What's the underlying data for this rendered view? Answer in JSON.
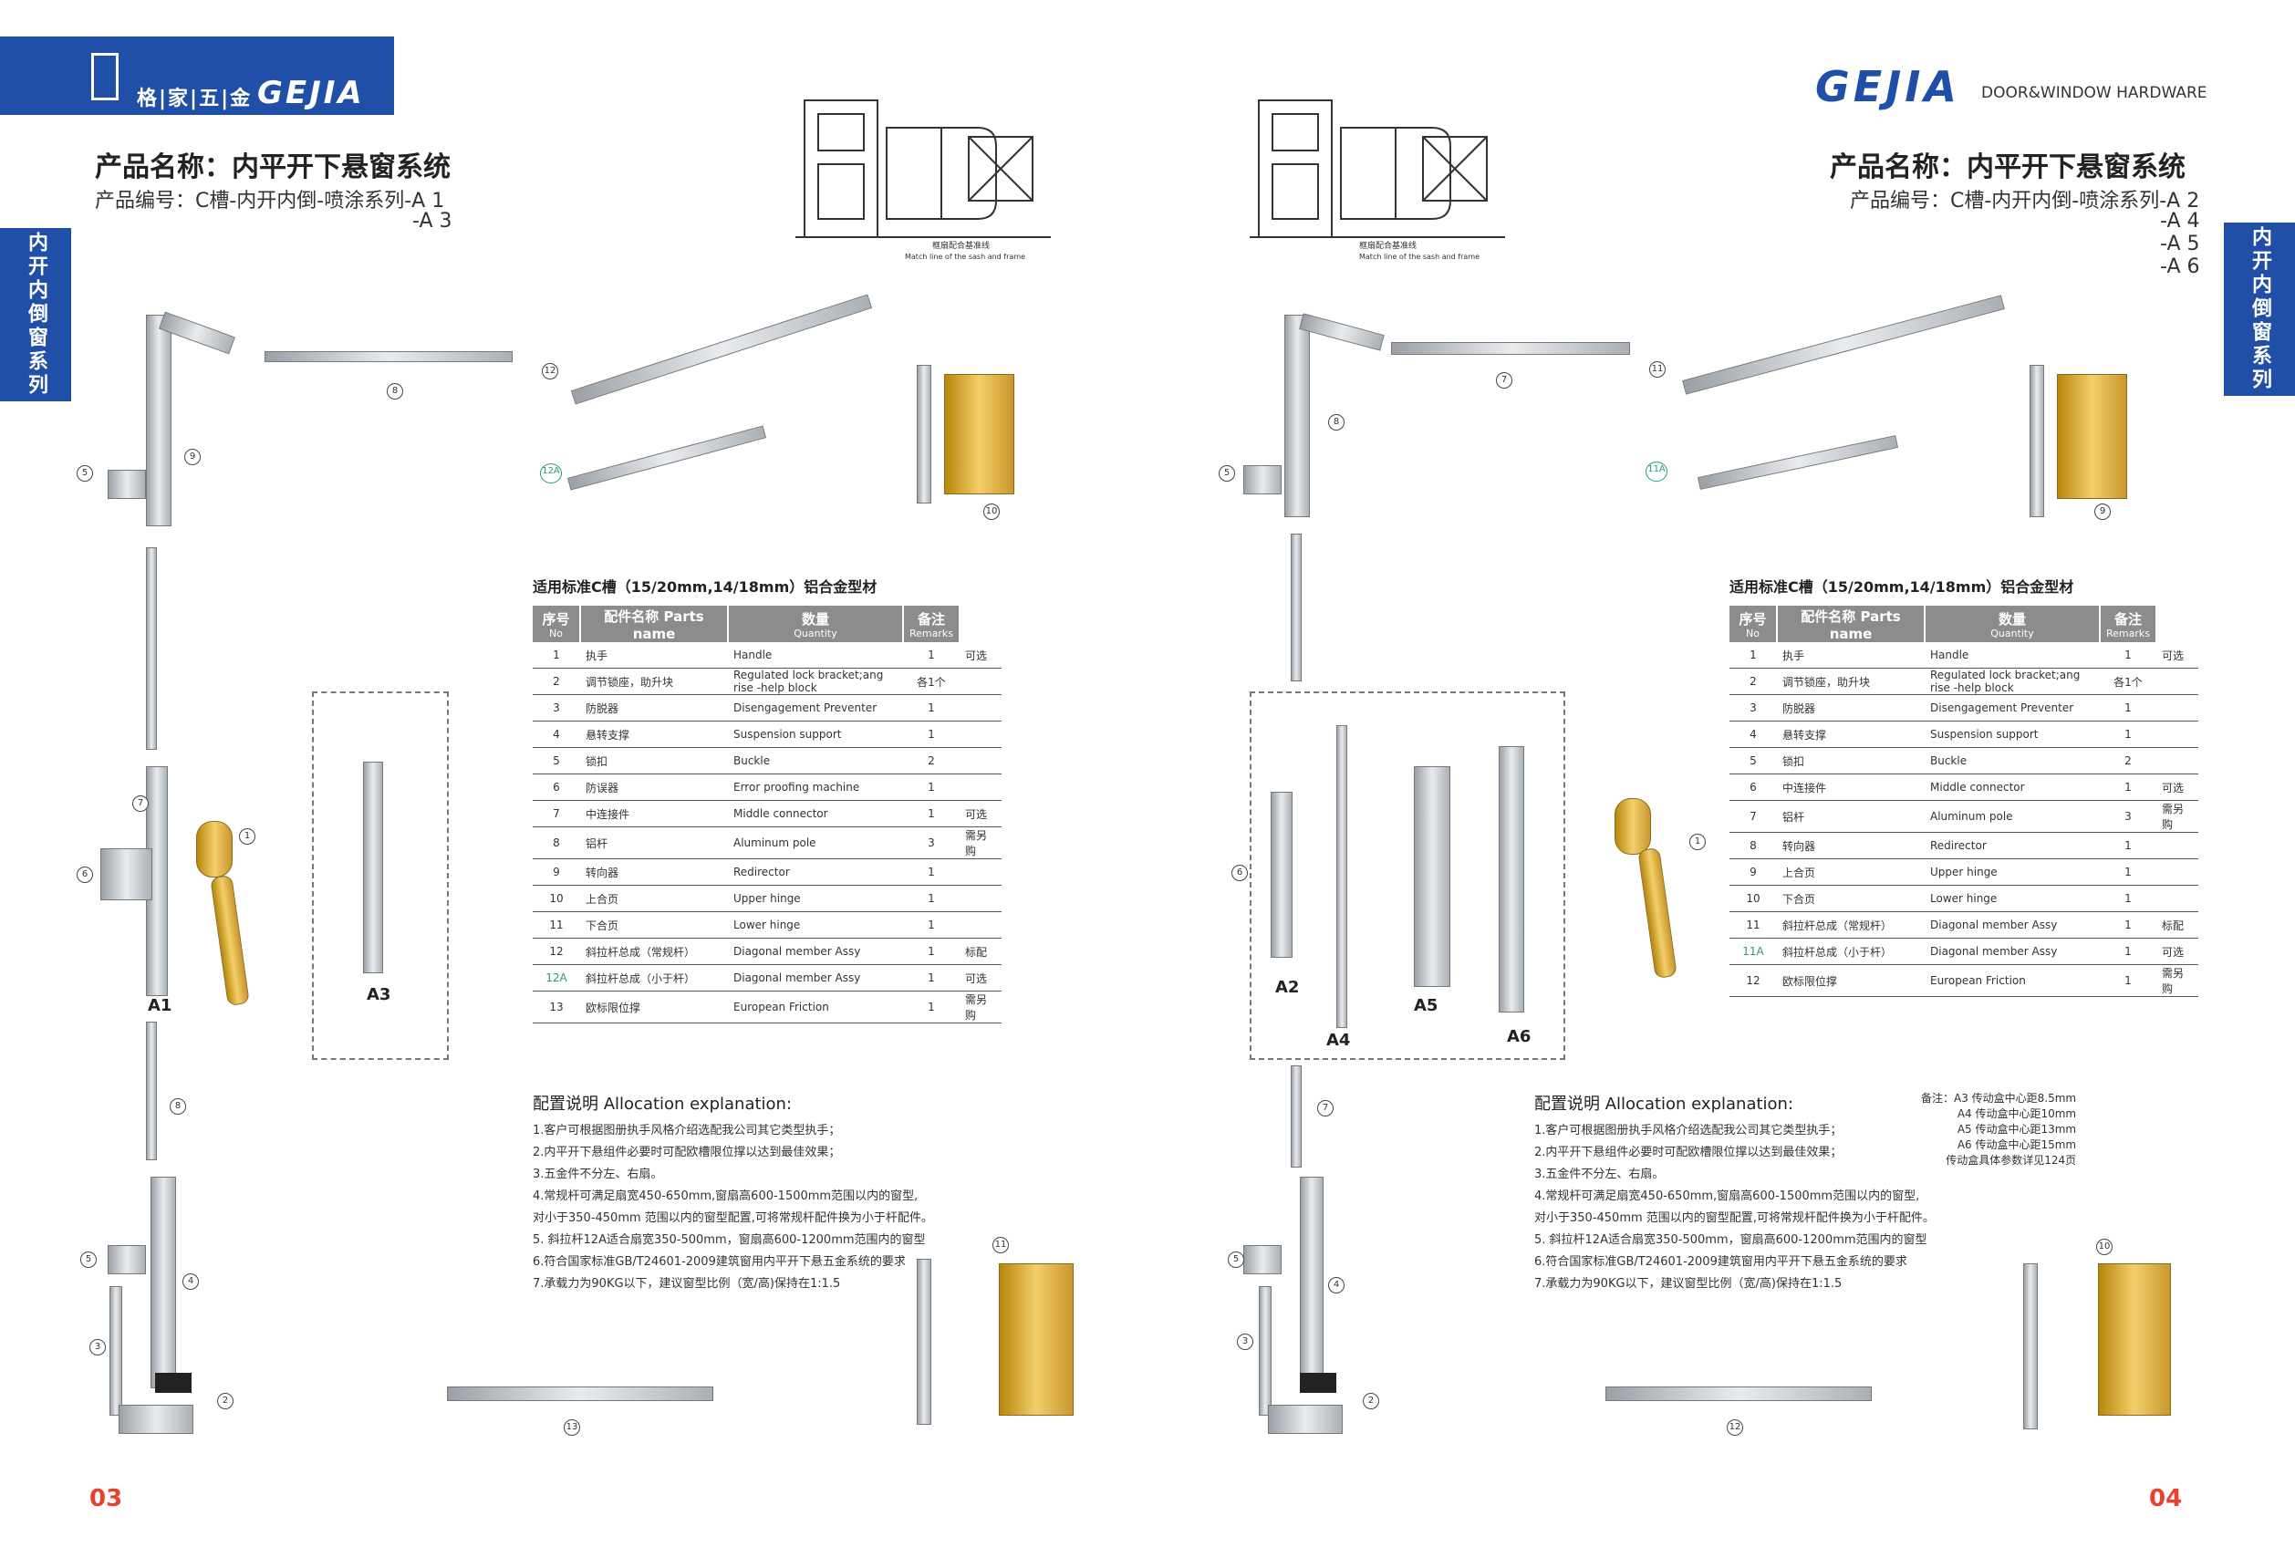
{
  "left": {
    "logo": {
      "cn": "格|家|五|金",
      "en": "GEJIA"
    },
    "product_title": "产品名称：内平开下悬窗系统",
    "product_code_line1": "产品编号：C槽-内开内倒-喷涂系列-A 1",
    "product_code_line2": "-A 3",
    "side_tab": "内开内倒窗系列",
    "drawing_caption_cn": "框扇配合基准线",
    "drawing_caption_en": "Match line of the sash and frame",
    "labels": {
      "a1": "A1",
      "a3": "A3"
    },
    "callouts": [
      "5",
      "9",
      "8",
      "7",
      "6",
      "1",
      "8",
      "5",
      "4",
      "3",
      "2",
      "12",
      "12A",
      "10",
      "11",
      "13"
    ],
    "table_title": "适用标准C槽（15/20mm,14/18mm）铝合金型材",
    "table_headers": {
      "no": "序号",
      "no_en": "No",
      "name": "配件名称  Parts name",
      "qty": "数量",
      "qty_en": "Quantity",
      "remarks": "备注",
      "remarks_en": "Remarks"
    },
    "rows": [
      {
        "no": "1",
        "cn": "执手",
        "en": "Handle",
        "qty": "1",
        "remarks": "可选"
      },
      {
        "no": "2",
        "cn": "调节锁座，助升块",
        "en": "Regulated lock bracket;ang rise -help block",
        "qty": "各1个",
        "remarks": ""
      },
      {
        "no": "3",
        "cn": "防脱器",
        "en": "Disengagement Preventer",
        "qty": "1",
        "remarks": ""
      },
      {
        "no": "4",
        "cn": "悬转支撑",
        "en": "Suspension support",
        "qty": "1",
        "remarks": ""
      },
      {
        "no": "5",
        "cn": "锁扣",
        "en": "Buckle",
        "qty": "2",
        "remarks": ""
      },
      {
        "no": "6",
        "cn": "防误器",
        "en": "Error proofing machine",
        "qty": "1",
        "remarks": ""
      },
      {
        "no": "7",
        "cn": "中连接件",
        "en": "Middle connector",
        "qty": "1",
        "remarks": "可选"
      },
      {
        "no": "8",
        "cn": "铝杆",
        "en": "Aluminum pole",
        "qty": "3",
        "remarks": "需另购"
      },
      {
        "no": "9",
        "cn": "转向器",
        "en": "Redirector",
        "qty": "1",
        "remarks": ""
      },
      {
        "no": "10",
        "cn": "上合页",
        "en": "Upper hinge",
        "qty": "1",
        "remarks": ""
      },
      {
        "no": "11",
        "cn": "下合页",
        "en": "Lower hinge",
        "qty": "1",
        "remarks": ""
      },
      {
        "no": "12",
        "cn": "斜拉杆总成（常规杆）",
        "en": "Diagonal member Assy",
        "qty": "1",
        "remarks": "标配"
      },
      {
        "no": "12A",
        "cn": "斜拉杆总成（小于杆）",
        "en": "Diagonal member Assy",
        "qty": "1",
        "remarks": "可选"
      },
      {
        "no": "13",
        "cn": "欧标限位撑",
        "en": "European Friction",
        "qty": "1",
        "remarks": "需另购"
      }
    ],
    "explanation_title": "配置说明 Allocation explanation:",
    "explanation": [
      "1.客户可根据图册执手风格介绍选配我公司其它类型执手；",
      "2.内平开下悬组件必要时可配欧槽限位撑以达到最佳效果；",
      "3.五金件不分左、右扇。",
      "4.常规杆可满足扇宽450-650mm,窗扇高600-1500mm范围以内的窗型,",
      "   对小于350-450mm    范围以内的窗型配置,可将常规杆配件换为小于杆配件。",
      "5. 斜拉杆12A适合扇宽350-500mm，窗扇高600-1200mm范围内的窗型",
      "6.符合国家标准GB/T24601-2009建筑窗用内平开下悬五金系统的要求",
      "7.承载力为90KG以下，建议窗型比例（宽/高)保持在1:1.5"
    ],
    "page_number": "03"
  },
  "right": {
    "logo_en": "GEJIA",
    "logo_tagline": "DOOR&WINDOW HARDWARE",
    "product_title": "产品名称：内平开下悬窗系统",
    "product_code_line1": "产品编号：C槽-内开内倒-喷涂系列-A 2",
    "product_code_lines": [
      "-A 4",
      "-A 5",
      "-A 6"
    ],
    "side_tab": "内开内倒窗系列",
    "drawing_caption_cn": "框扇配合基准线",
    "drawing_caption_en": "Match line of the sash and frame",
    "labels": {
      "a2": "A2",
      "a4": "A4",
      "a5": "A5",
      "a6": "A6"
    },
    "callouts": [
      "5",
      "8",
      "7",
      "6",
      "1",
      "7",
      "5",
      "4",
      "3",
      "2",
      "11",
      "11A",
      "9",
      "10",
      "12"
    ],
    "table_title": "适用标准C槽（15/20mm,14/18mm）铝合金型材",
    "table_headers": {
      "no": "序号",
      "no_en": "No",
      "name": "配件名称  Parts name",
      "qty": "数量",
      "qty_en": "Quantity",
      "remarks": "备注",
      "remarks_en": "Remarks"
    },
    "rows": [
      {
        "no": "1",
        "cn": "执手",
        "en": "Handle",
        "qty": "1",
        "remarks": "可选"
      },
      {
        "no": "2",
        "cn": "调节锁座，助升块",
        "en": "Regulated lock bracket;ang rise -help block",
        "qty": "各1个",
        "remarks": ""
      },
      {
        "no": "3",
        "cn": "防脱器",
        "en": "Disengagement Preventer",
        "qty": "1",
        "remarks": ""
      },
      {
        "no": "4",
        "cn": "悬转支撑",
        "en": "Suspension support",
        "qty": "1",
        "remarks": ""
      },
      {
        "no": "5",
        "cn": "锁扣",
        "en": "Buckle",
        "qty": "2",
        "remarks": ""
      },
      {
        "no": "6",
        "cn": "中连接件",
        "en": "Middle connector",
        "qty": "1",
        "remarks": "可选"
      },
      {
        "no": "7",
        "cn": "铝杆",
        "en": "Aluminum pole",
        "qty": "3",
        "remarks": "需另购"
      },
      {
        "no": "8",
        "cn": "转向器",
        "en": "Redirector",
        "qty": "1",
        "remarks": ""
      },
      {
        "no": "9",
        "cn": "上合页",
        "en": "Upper hinge",
        "qty": "1",
        "remarks": ""
      },
      {
        "no": "10",
        "cn": "下合页",
        "en": "Lower hinge",
        "qty": "1",
        "remarks": ""
      },
      {
        "no": "11",
        "cn": "斜拉杆总成（常规杆）",
        "en": "Diagonal member Assy",
        "qty": "1",
        "remarks": "标配"
      },
      {
        "no": "11A",
        "cn": "斜拉杆总成（小于杆）",
        "en": "Diagonal member Assy",
        "qty": "1",
        "remarks": "可选"
      },
      {
        "no": "12",
        "cn": "欧标限位撑",
        "en": "European Friction",
        "qty": "1",
        "remarks": "需另购"
      }
    ],
    "explanation_title": "配置说明 Allocation explanation:",
    "explanation": [
      "1.客户可根据图册执手风格介绍选配我公司其它类型执手；",
      "2.内平开下悬组件必要时可配欧槽限位撑以达到最佳效果；",
      "3.五金件不分左、右扇。",
      "4.常规杆可满足扇宽450-650mm,窗扇高600-1500mm范围以内的窗型,",
      "   对小于350-450mm    范围以内的窗型配置,可将常规杆配件换为小于杆配件。",
      "5. 斜拉杆12A适合扇宽350-500mm，窗扇高600-1200mm范围内的窗型",
      "6.符合国家标准GB/T24601-2009建筑窗用内平开下悬五金系统的要求",
      "7.承载力为90KG以下，建议窗型比例（宽/高)保持在1:1.5"
    ],
    "notes": [
      "备注：A3  传动盒中心距8.5mm",
      "A4  传动盒中心距10mm",
      "A5  传动盒中心距13mm",
      "A6  传动盒中心距15mm",
      "传动盒具体参数详见124页"
    ],
    "page_number": "04"
  }
}
